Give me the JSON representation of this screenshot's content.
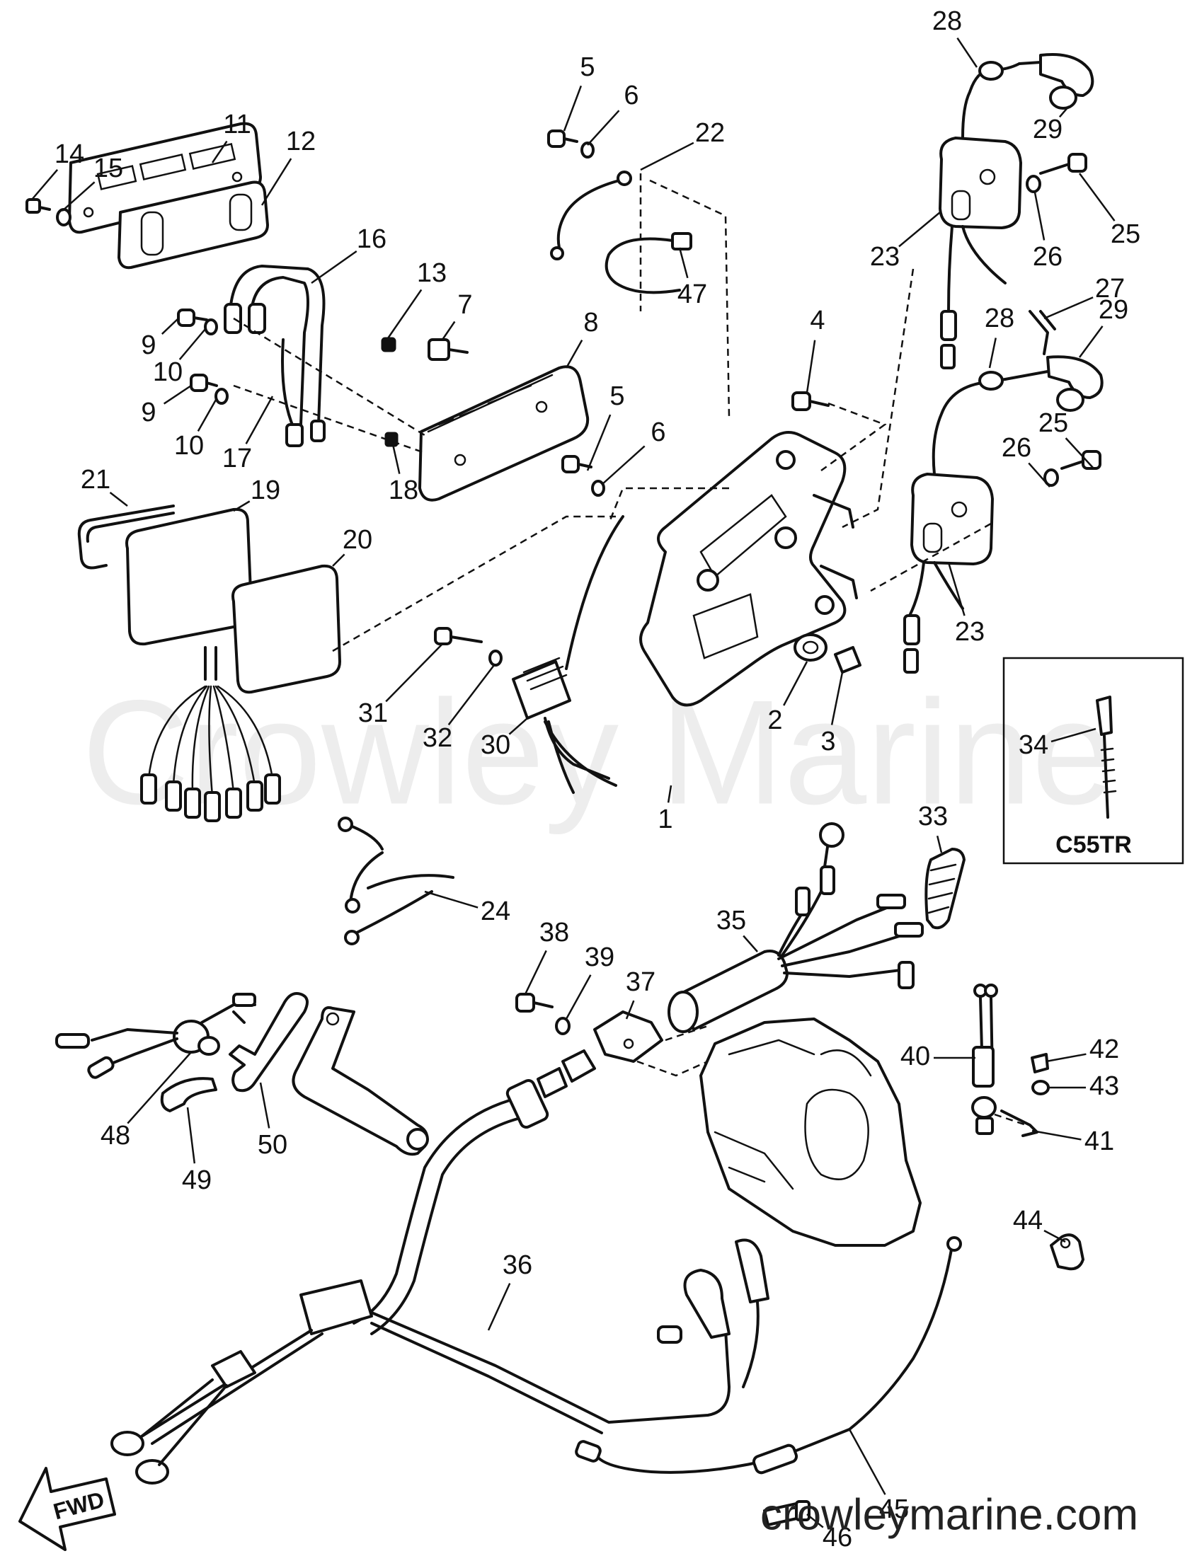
{
  "watermark": "Crowley Marine",
  "website": "crowleymarine.com",
  "inset": {
    "label": "C55TR"
  },
  "direction_arrow": {
    "label": "FWD"
  },
  "part_numbers": [
    "1",
    "2",
    "3",
    "4",
    "5",
    "6",
    "5",
    "6",
    "7",
    "8",
    "9",
    "10",
    "9",
    "10",
    "11",
    "12",
    "13",
    "14",
    "15",
    "16",
    "17",
    "18",
    "19",
    "20",
    "21",
    "22",
    "23",
    "23",
    "24",
    "25",
    "26",
    "25",
    "26",
    "27",
    "28",
    "28",
    "29",
    "29",
    "30",
    "31",
    "32",
    "33",
    "34",
    "35",
    "36",
    "37",
    "38",
    "39",
    "40",
    "41",
    "42",
    "43",
    "44",
    "45",
    "46",
    "47",
    "48",
    "49",
    "50"
  ],
  "colors": {
    "ink": "#111111",
    "paper": "#ffffff"
  }
}
